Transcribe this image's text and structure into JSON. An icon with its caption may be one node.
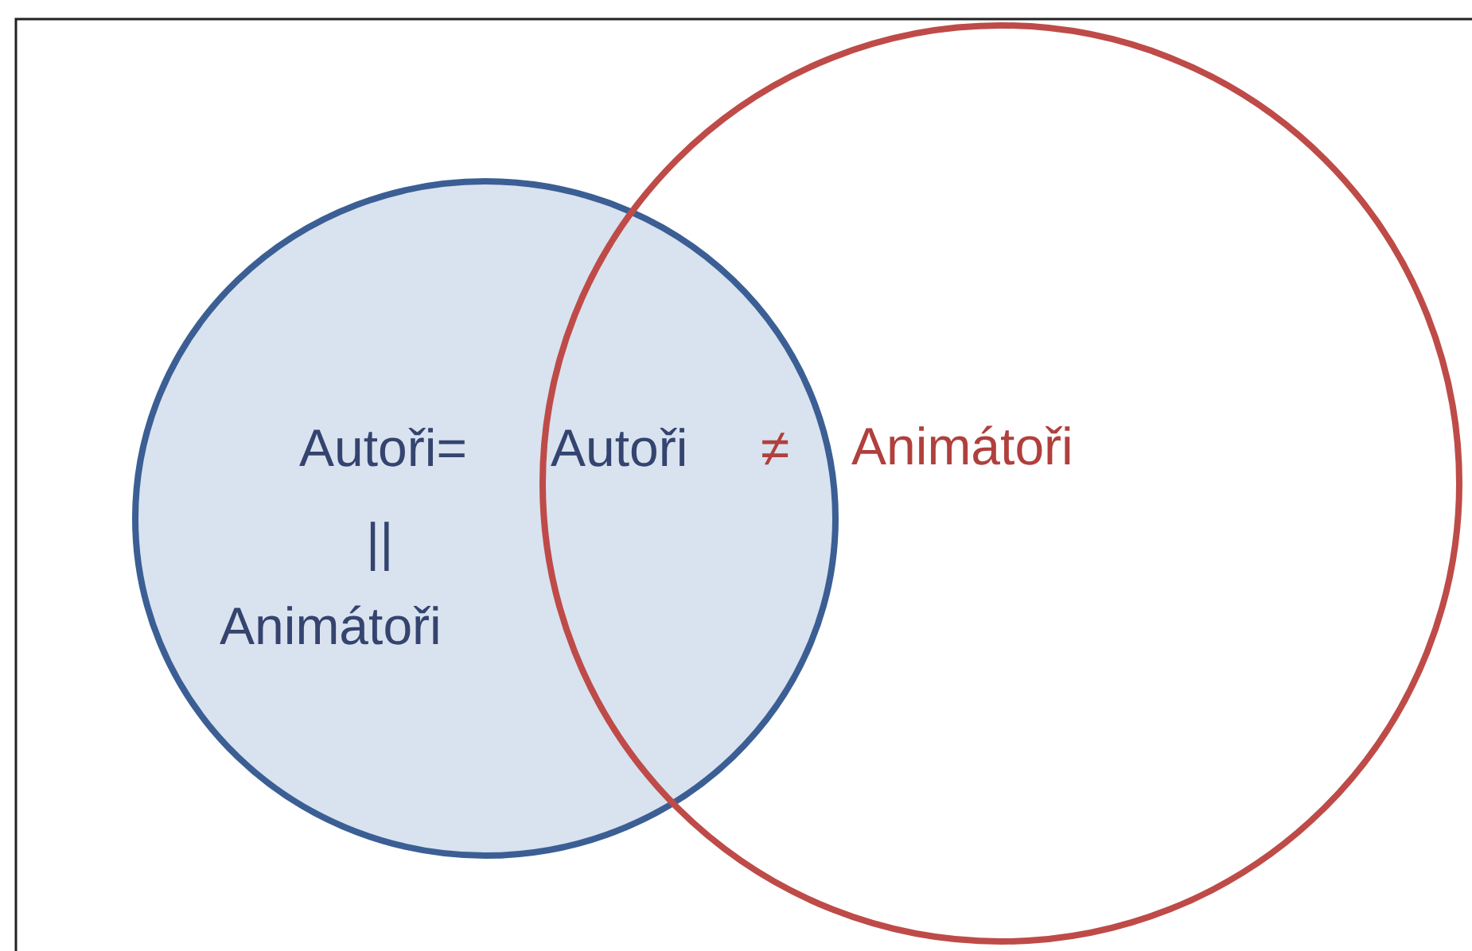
{
  "diagram": {
    "nodes": [
      {
        "text": [
          "Autoři=",
          "||",
          "Animátoři"
        ]
      },
      {
        "text": [
          "Animátoři"
        ]
      }
    ],
    "labels": [
      "Autoři",
      "≠"
    ]
  }
}
